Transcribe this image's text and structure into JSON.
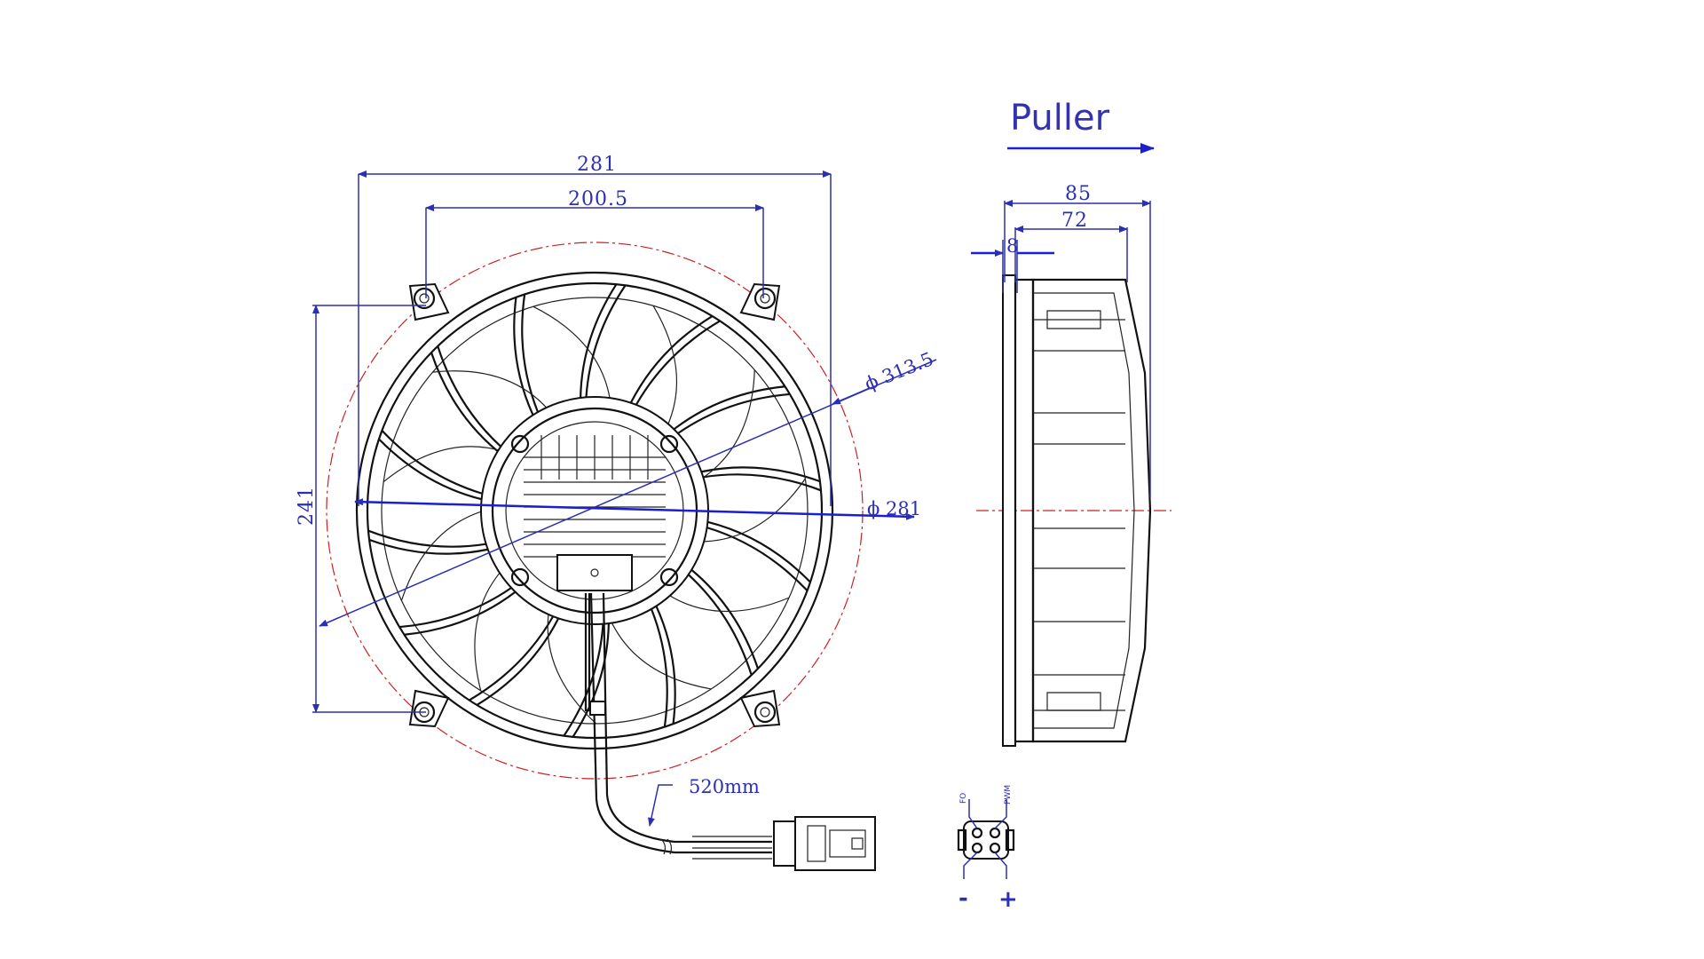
{
  "title": "Puller",
  "dimensions": {
    "overall_width": "281",
    "mount_spacing_horizontal": "200.5",
    "mount_spacing_vertical": "241",
    "outer_diameter": "ϕ 313.5",
    "fan_diameter": "ϕ 281",
    "depth_total": "85",
    "depth_body": "72",
    "flange_thickness": "8",
    "cable_length": "520mm"
  },
  "connector": {
    "pin_labels": [
      "FO",
      "PWM"
    ],
    "polarity": [
      "-",
      "+"
    ]
  },
  "colors": {
    "dimension": "#2b2fb3",
    "outline": "#111111",
    "centerline": "#cc2222",
    "arrow": "#1a1fd0"
  }
}
